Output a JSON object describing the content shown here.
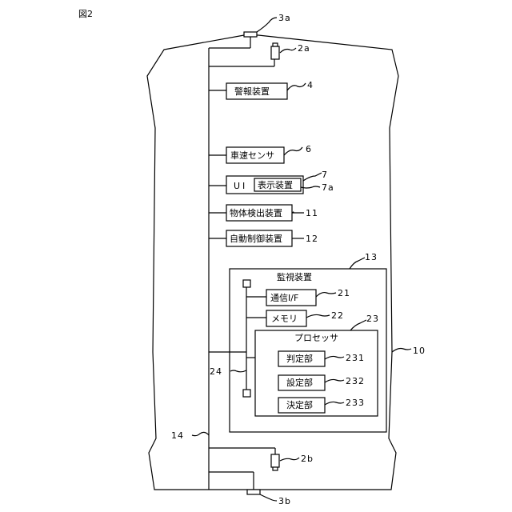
{
  "figure_label": "図2",
  "refs": {
    "vehicle": "10",
    "bus": "14",
    "camera_front": "2a",
    "camera_rear": "2b",
    "connector_front": "3a",
    "connector_rear": "3b",
    "alarm": "4",
    "speed_sensor": "6",
    "ui": "7",
    "display": "7a",
    "object_detection": "11",
    "auto_control": "12",
    "monitoring": "13",
    "comm_if": "21",
    "memory": "22",
    "processor": "23",
    "internal_bus": "24",
    "judge": "231",
    "setting": "232",
    "decide": "233"
  },
  "labels": {
    "alarm": "警報装置",
    "speed_sensor": "車速センサ",
    "ui": "UI",
    "display": "表示装置",
    "object_detection": "物体検出装置",
    "auto_control": "自動制御装置",
    "monitoring": "監視装置",
    "comm_if": "通信I/F",
    "memory": "メモリ",
    "processor": "プロセッサ",
    "judge": "判定部",
    "setting": "設定部",
    "decide": "決定部"
  }
}
